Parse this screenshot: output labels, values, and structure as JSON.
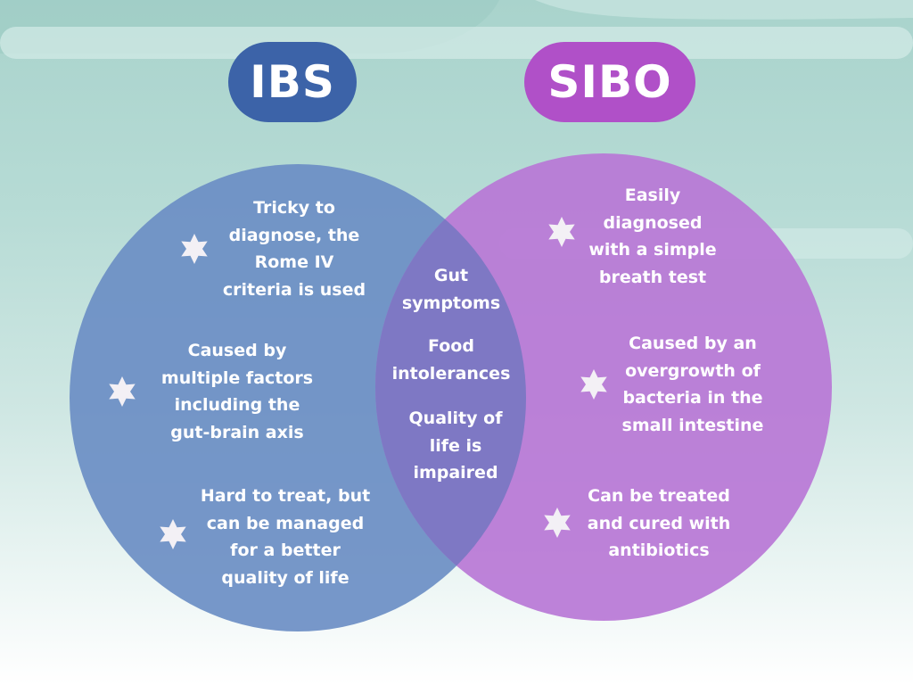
{
  "colors": {
    "ibs_circle": "#6b8ec4",
    "sibo_circle": "#b877d6",
    "overlap": "#7e78c4",
    "ibs_pill": "#3c63a8",
    "sibo_pill": "#b050c8",
    "star": "#f3f0f5",
    "text": "#ffffff"
  },
  "icons": {
    "bullet": "six-point-star-icon"
  },
  "sets": {
    "left": {
      "label": "IBS"
    },
    "right": {
      "label": "SIBO"
    }
  },
  "ibs_only": [
    "Tricky to\ndiagnose, the\nRome IV\ncriteria is used",
    "Caused by\nmultiple factors\nincluding the\ngut-brain axis",
    "Hard to treat, but\ncan be managed\nfor a better\nquality of life"
  ],
  "shared": [
    "Gut\nsymptoms",
    "Food\nintolerances",
    "Quality of\nlife is\nimpaired"
  ],
  "sibo_only": [
    "Easily\ndiagnosed\nwith a simple\nbreath test",
    "Caused by an\novergrowth of\nbacteria in the\nsmall intestine",
    "Can be treated\nand cured with\nantibiotics"
  ]
}
